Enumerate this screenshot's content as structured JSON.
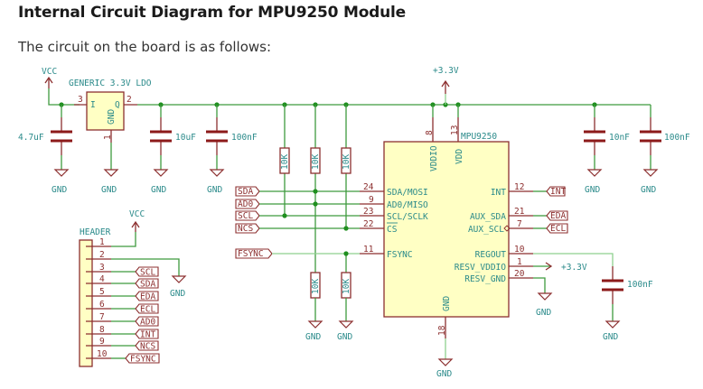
{
  "page": {
    "title": "Internal Circuit Diagram for MPU9250 Module",
    "intro": "The circuit on the board is as follows:"
  },
  "schematic": {
    "power": {
      "vcc": "VCC",
      "v33": "+3.3V",
      "gnd": "GND"
    },
    "ldo": {
      "name": "GENERIC 3.3V LDO",
      "pin_in": "I",
      "pin_out": "Q",
      "pin_gnd": "GND",
      "pin_in_num": "3",
      "pin_out_num": "2",
      "pin_gnd_num": "1"
    },
    "capacitors": {
      "c_in": "4.7uF",
      "c_ldo_out": "10uF",
      "c_ldo_bypass": "100nF",
      "c_vdd_1": "10nF",
      "c_vdd_2": "100nF",
      "c_regout": "100nF"
    },
    "resistor_value": "10K",
    "chip": {
      "name": "MPU9250",
      "left_pins": [
        {
          "num": "24",
          "name": "SDA/MOSI"
        },
        {
          "num": "9",
          "name": "AD0/MISO"
        },
        {
          "num": "23",
          "name": "SCL/SCLK"
        },
        {
          "num": "22",
          "name": "CS"
        },
        {
          "num": "11",
          "name": "FSYNC"
        }
      ],
      "right_pins": [
        {
          "num": "12",
          "name": "INT"
        },
        {
          "num": "21",
          "name": "AUX_SDA"
        },
        {
          "num": "7",
          "name": "AUX_SCL"
        },
        {
          "num": "10",
          "name": "REGOUT"
        },
        {
          "num": "1",
          "name": "RESV_VDDIO"
        },
        {
          "num": "20",
          "name": "RESV_GND"
        }
      ],
      "top_pins": [
        {
          "num": "8",
          "name": "VDDIO"
        },
        {
          "num": "13",
          "name": "VDD"
        }
      ],
      "bottom_pins": [
        {
          "num": "18",
          "name": "GND"
        }
      ]
    },
    "net_labels_left": [
      "SDA",
      "AD0",
      "SCL",
      "NCS",
      "FSYNC"
    ],
    "net_labels_right": [
      "INT",
      "EDA",
      "ECL"
    ],
    "header": {
      "name": "HEADER",
      "pins": [
        {
          "num": "1",
          "net": "VCC"
        },
        {
          "num": "2",
          "net": "GND"
        },
        {
          "num": "3",
          "net": "SCL"
        },
        {
          "num": "4",
          "net": "SDA"
        },
        {
          "num": "5",
          "net": "EDA"
        },
        {
          "num": "6",
          "net": "ECL"
        },
        {
          "num": "7",
          "net": "AD0"
        },
        {
          "num": "8",
          "net": "INT"
        },
        {
          "num": "9",
          "net": "NCS"
        },
        {
          "num": "10",
          "net": "FSYNC"
        }
      ]
    }
  }
}
